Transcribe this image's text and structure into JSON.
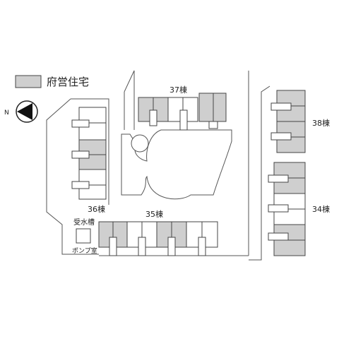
{
  "legend": {
    "label": "府営住宅",
    "swatch_color": "#cfcfcf"
  },
  "compass": {
    "label": "N",
    "icon": "north-arrow-icon"
  },
  "buildings": [
    {
      "id": "b35",
      "label": "35棟"
    },
    {
      "id": "b36",
      "label": "36棟"
    },
    {
      "id": "b37",
      "label": "37棟"
    },
    {
      "id": "b38",
      "label": "38棟"
    },
    {
      "id": "b34",
      "label": "34棟"
    }
  ],
  "facilities": {
    "water_tank": "受水槽",
    "pump_room": "ポンプ室"
  },
  "colors": {
    "public_housing": "#cfcfcf",
    "other_building": "#ffffff",
    "lines": "#444444"
  }
}
